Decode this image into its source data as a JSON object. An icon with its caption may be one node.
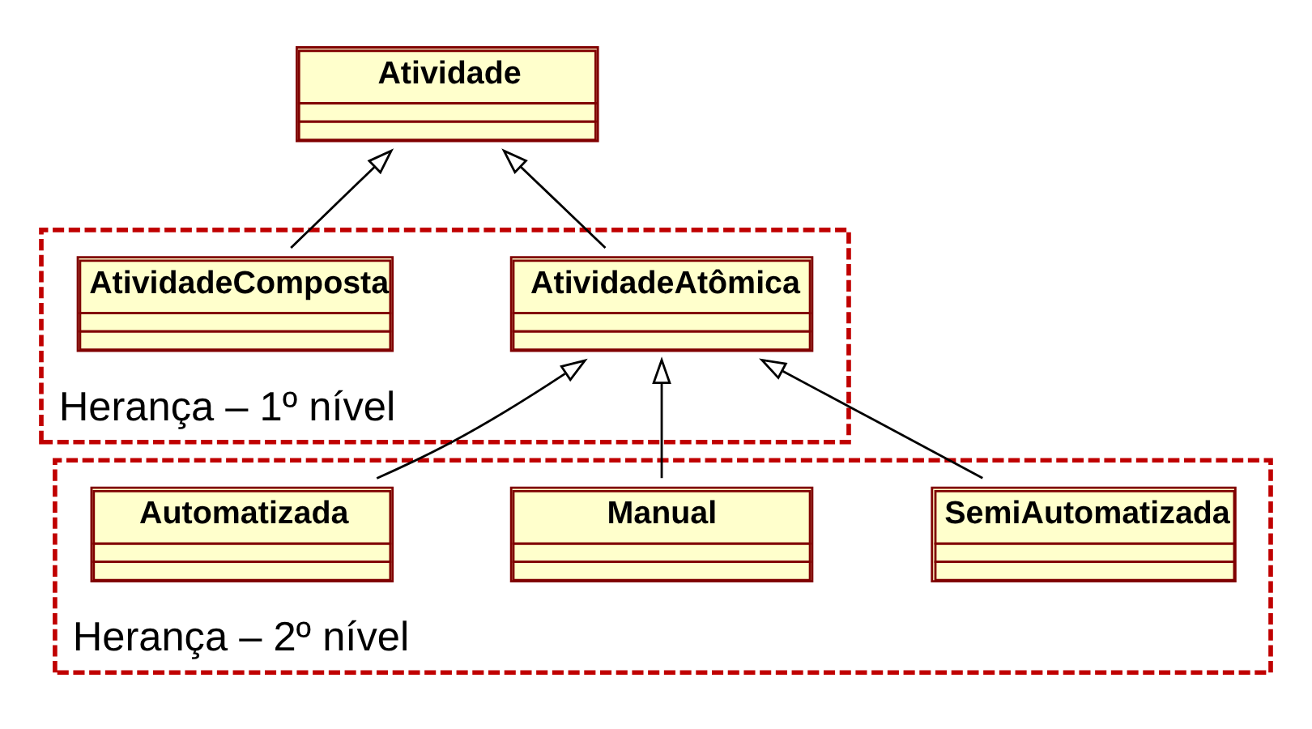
{
  "diagram": {
    "nodes": [
      {
        "text": [
          "Atividade"
        ]
      },
      {
        "text": [
          "Herança – 1º nível"
        ]
      },
      {
        "text": [
          "AtividadeAtômica"
        ],
        "in": 1
      },
      {
        "text": [
          "AtividadeComposta"
        ],
        "in": 1
      },
      {
        "text": [
          "Herança – 2º nível"
        ]
      },
      {
        "text": [
          "SemiAutomatizada"
        ],
        "in": 4
      },
      {
        "text": [
          "Manual"
        ],
        "in": 4
      },
      {
        "text": [
          "Automatizada"
        ],
        "in": 4
      }
    ],
    "edges": [
      {
        "from": 2,
        "to": 0,
        "arrow": "to"
      },
      {
        "from": 3,
        "to": 0,
        "arrow": "to"
      },
      {
        "from": 5,
        "to": 2,
        "arrow": "to"
      },
      {
        "from": 6,
        "to": 2,
        "arrow": "to"
      },
      {
        "from": 7,
        "to": 2,
        "arrow": "to"
      }
    ]
  }
}
